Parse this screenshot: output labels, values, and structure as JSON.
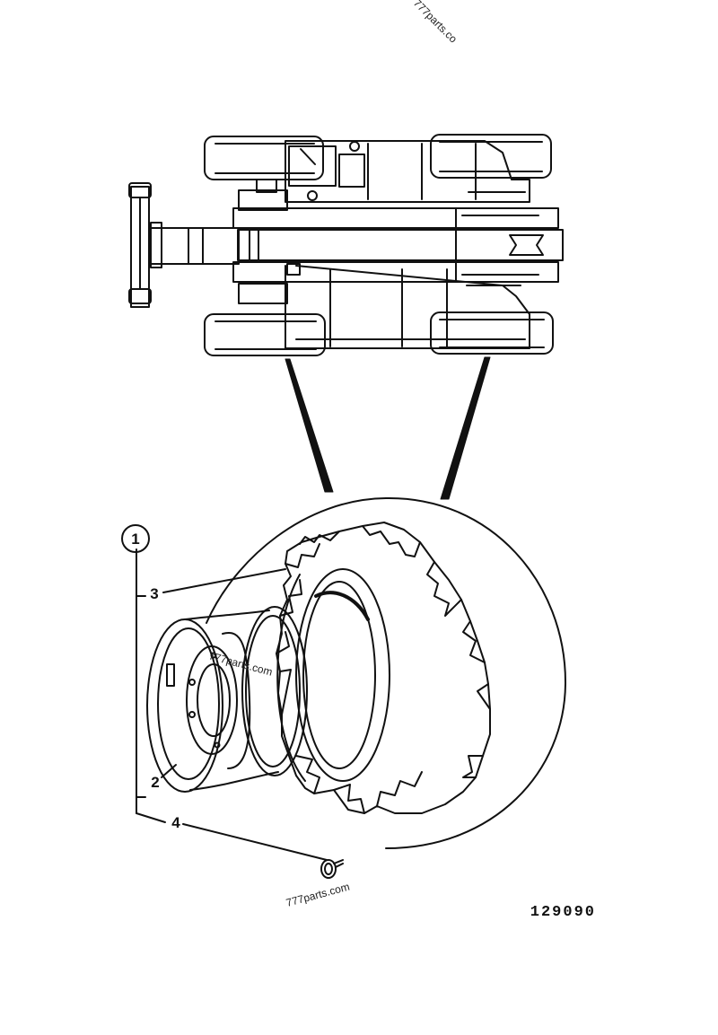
{
  "diagram": {
    "figure_number": "129090",
    "assembly_callout": "1",
    "part_callouts": [
      "3",
      "2",
      "4"
    ],
    "watermarks": [
      "777parts.co",
      "777parts.com",
      "777parts.com"
    ]
  },
  "colors": {
    "ink": "#111111",
    "paper": "#ffffff"
  }
}
